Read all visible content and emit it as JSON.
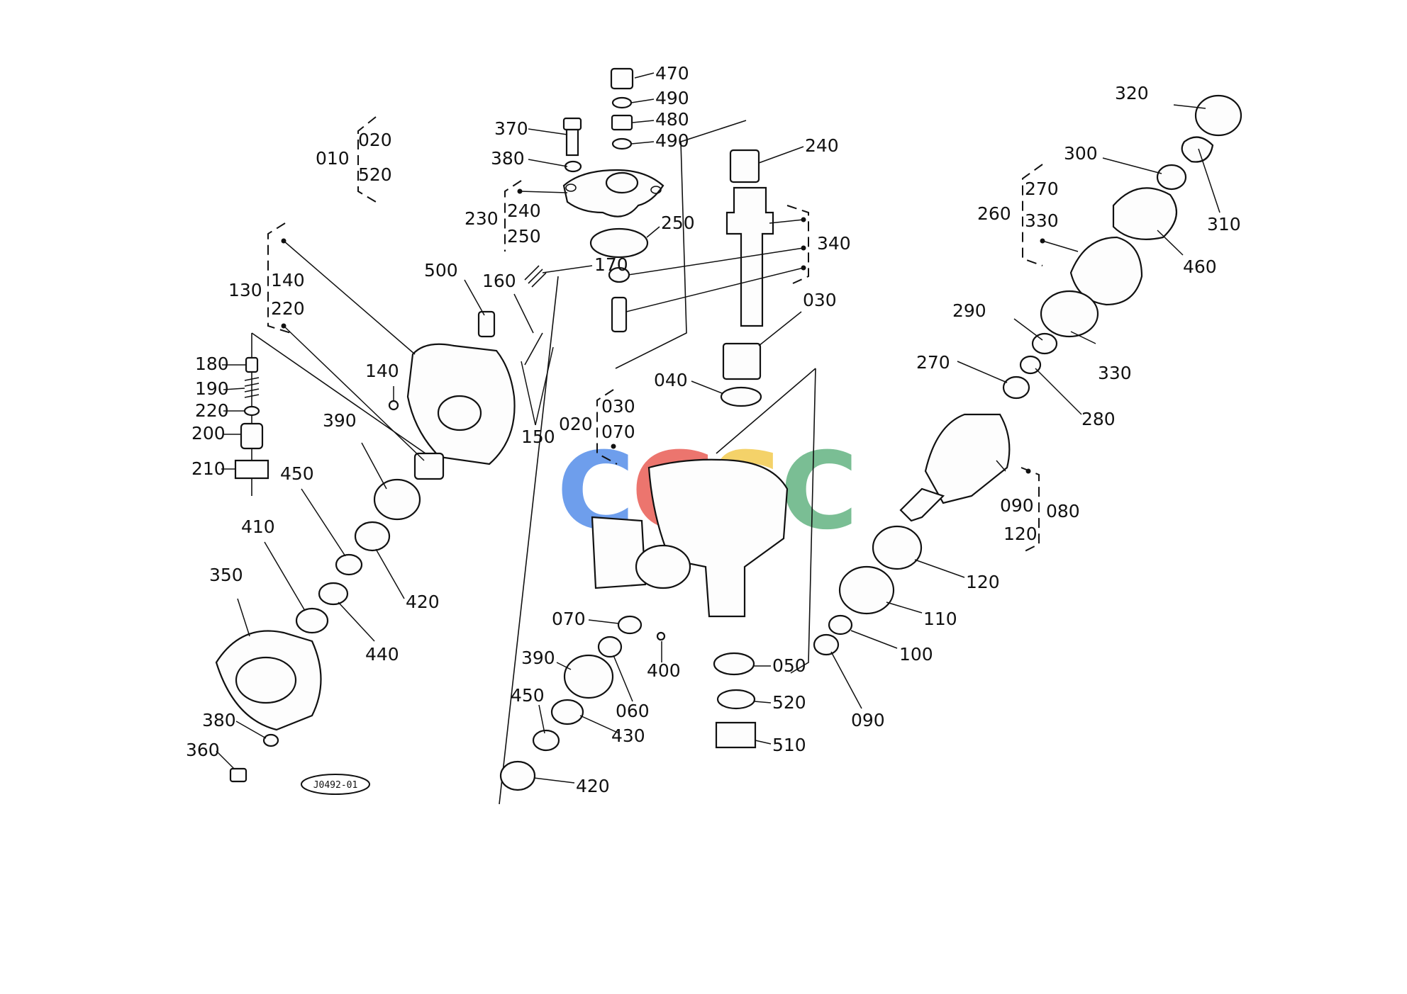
{
  "labels": {
    "l470": "470",
    "l490a": "490",
    "l480": "480",
    "l490b": "490",
    "l370": "370",
    "l380a": "380",
    "l240a": "240",
    "l010": "010",
    "l020a": "020",
    "l520a": "520",
    "l230": "230",
    "l240b": "240",
    "l250a": "250",
    "l250b": "250",
    "l340": "340",
    "l320": "320",
    "l300": "300",
    "l310": "310",
    "l270a": "270",
    "l260": "260",
    "l330a": "330",
    "l460": "460",
    "l130": "130",
    "l140a": "140",
    "l220a": "220",
    "l500": "500",
    "l170": "170",
    "l160": "160",
    "l030a": "030",
    "l290": "290",
    "l330b": "330",
    "l180": "180",
    "l190": "190",
    "l220b": "220",
    "l200": "200",
    "l210": "210",
    "l140b": "140",
    "l150": "150",
    "l040": "040",
    "l030b": "030",
    "l020b": "020",
    "l070a": "070",
    "l270b": "270",
    "l280": "280",
    "l390a": "390",
    "l450a": "450",
    "l420a": "420",
    "l410": "410",
    "l350": "350",
    "l440": "440",
    "l090a": "090",
    "l080": "080",
    "l120a": "120",
    "l120b": "120",
    "l110": "110",
    "l100": "100",
    "l070b": "070",
    "l390b": "390",
    "l060": "060",
    "l400": "400",
    "l050": "050",
    "l520b": "520",
    "l510": "510",
    "l090b": "090",
    "l450b": "450",
    "l430": "430",
    "l420b": "420",
    "l380b": "380",
    "l360": "360"
  },
  "drawing_code": "J0492-01",
  "watermark": {
    "letters": [
      "C",
      "G",
      "S",
      "C"
    ],
    "colors": [
      "#4a86e8",
      "#e8534a",
      "#f2c744",
      "#5aaf7a"
    ]
  }
}
